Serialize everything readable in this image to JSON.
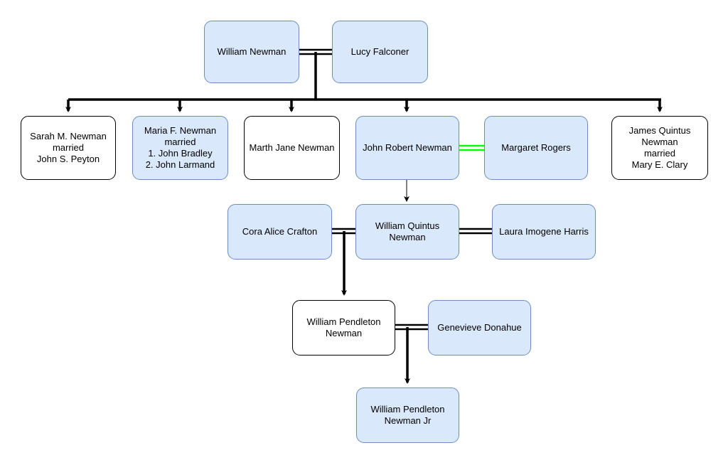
{
  "diagram": {
    "people": {
      "william_newman": "William Newman",
      "lucy_falconer": "Lucy Falconer",
      "sarah_newman": "Sarah M. Newman\nmarried\nJohn S. Peyton",
      "maria_newman": "Maria F. Newman\nmarried\n1. John Bradley\n2. John Larmand",
      "marth_newman": "Marth Jane Newman",
      "john_robert_newman": "John Robert Newman",
      "margaret_rogers": "Margaret Rogers",
      "james_quintus_newman": "James Quintus\nNewman\nmarried\nMary E. Clary",
      "cora_crafton": "Cora Alice Crafton",
      "william_quintus_newman": "William Quintus\nNewman",
      "laura_harris": "Laura Imogene Harris",
      "william_pendleton_newman": "William Pendleton\nNewman",
      "genevieve_donahue": "Genevieve Donahue",
      "william_pendleton_newman_jr": "William Pendleton\nNewman Jr"
    },
    "colors": {
      "node_fill_blue": "#dae8fc",
      "node_border_blue": "#6c8ebf",
      "marriage_line": "#000000",
      "marriage_line_highlight": "#00ff00",
      "arrow": "#000000"
    }
  }
}
